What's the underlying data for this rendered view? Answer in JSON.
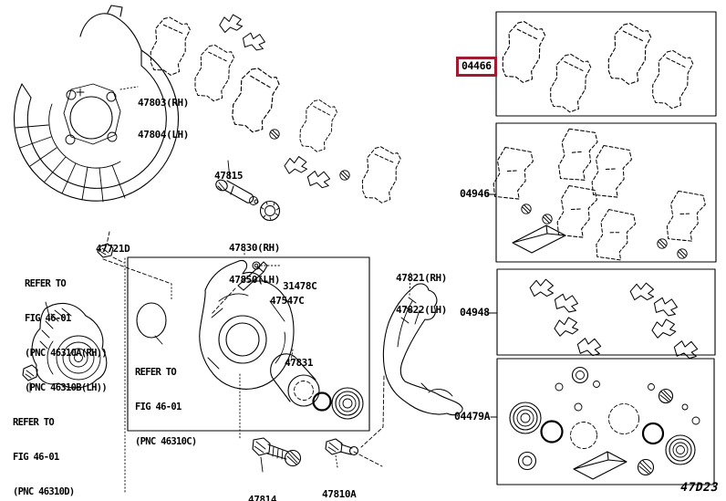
{
  "colors": {
    "highlight": "#9e1b32",
    "line": "#000000",
    "background": "#ffffff"
  },
  "page_code": "47D23",
  "parts": {
    "p47803": {
      "lines": [
        "47803(RH)",
        "47804(LH)"
      ]
    },
    "p47815": {
      "lines": [
        "47815"
      ]
    },
    "p47721d": {
      "lines": [
        "47721D"
      ]
    },
    "p47830": {
      "lines": [
        "47830(RH)",
        "47850(LH)"
      ]
    },
    "p31478c": {
      "lines": [
        "31478C"
      ]
    },
    "p47547c": {
      "lines": [
        "47547C"
      ]
    },
    "p47831": {
      "lines": [
        "47831"
      ]
    },
    "p47821": {
      "lines": [
        "47821(RH)",
        "47822(LH)"
      ]
    },
    "p47814": {
      "lines": [
        "47814"
      ]
    },
    "p47810a": {
      "lines": [
        "47810A"
      ]
    }
  },
  "refer_notes": {
    "a": {
      "lines": [
        "REFER TO",
        "FIG 46-01",
        "(PNC 46310A(RH))",
        "(PNC 46310B(LH))"
      ]
    },
    "c": {
      "lines": [
        "REFER TO",
        "FIG 46-01",
        "(PNC 46310C)"
      ]
    },
    "d": {
      "lines": [
        "REFER TO",
        "FIG 46-01",
        "(PNC 46310D)"
      ]
    }
  },
  "kits": {
    "k04466": {
      "label": "04466",
      "highlighted": true
    },
    "k04946": {
      "label": "04946",
      "highlighted": false
    },
    "k04948": {
      "label": "04948",
      "highlighted": false
    },
    "k04479a": {
      "label": "04479A",
      "highlighted": false
    }
  }
}
